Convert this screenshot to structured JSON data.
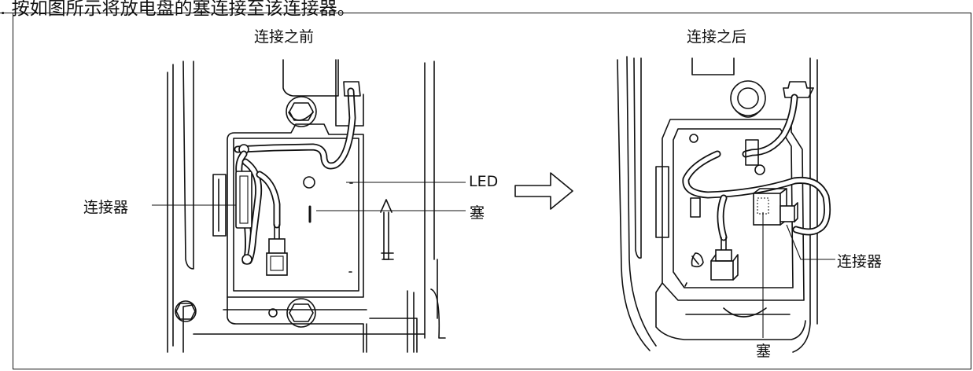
{
  "caption": {
    "text": ". 按如图所示将放电盘的塞连接至该连接器。"
  },
  "panels": {
    "before": {
      "title": "连接之前"
    },
    "after": {
      "title": "连接之后"
    }
  },
  "labels": {
    "before_connector": "连接器",
    "before_led": "LED",
    "before_plug": "塞",
    "after_connector": "连接器",
    "after_plug": "塞"
  },
  "arrow": {
    "direction": "right"
  }
}
